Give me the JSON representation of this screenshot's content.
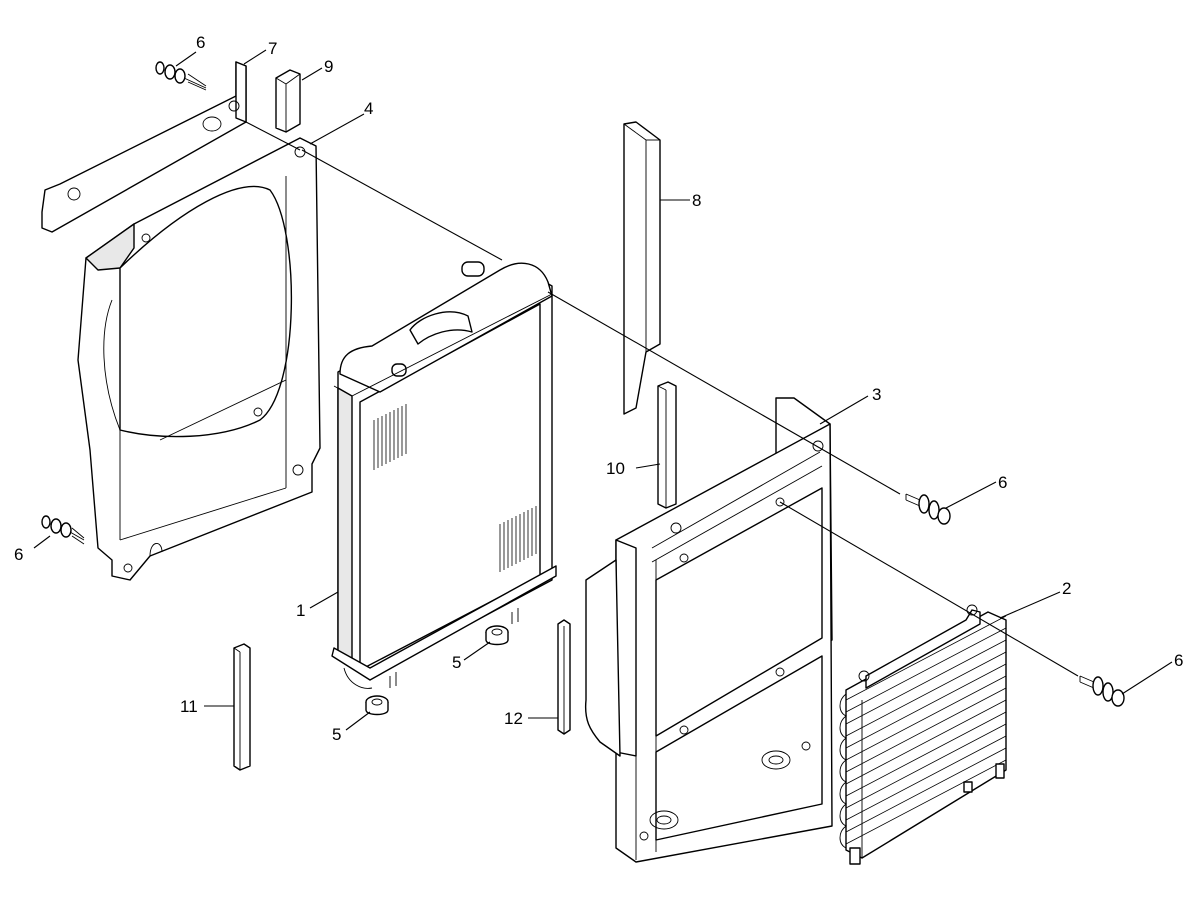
{
  "callouts": [
    {
      "label": "1",
      "name": "radiator"
    },
    {
      "label": "2",
      "name": "oil-cooler"
    },
    {
      "label": "3",
      "name": "mounting-frame"
    },
    {
      "label": "4",
      "name": "fan-shroud"
    },
    {
      "label": "5",
      "name": "rubber-mount"
    },
    {
      "label": "6",
      "name": "bolt"
    },
    {
      "label": "7",
      "name": "bracket"
    },
    {
      "label": "8",
      "name": "seal-strip-long"
    },
    {
      "label": "9",
      "name": "seal-block"
    },
    {
      "label": "10",
      "name": "seal-strip"
    },
    {
      "label": "11",
      "name": "seal-strip-side"
    },
    {
      "label": "12",
      "name": "seal-strip-narrow"
    }
  ],
  "colors": {
    "line": "#000000",
    "background": "#ffffff",
    "shade": "#e8e8e8"
  }
}
